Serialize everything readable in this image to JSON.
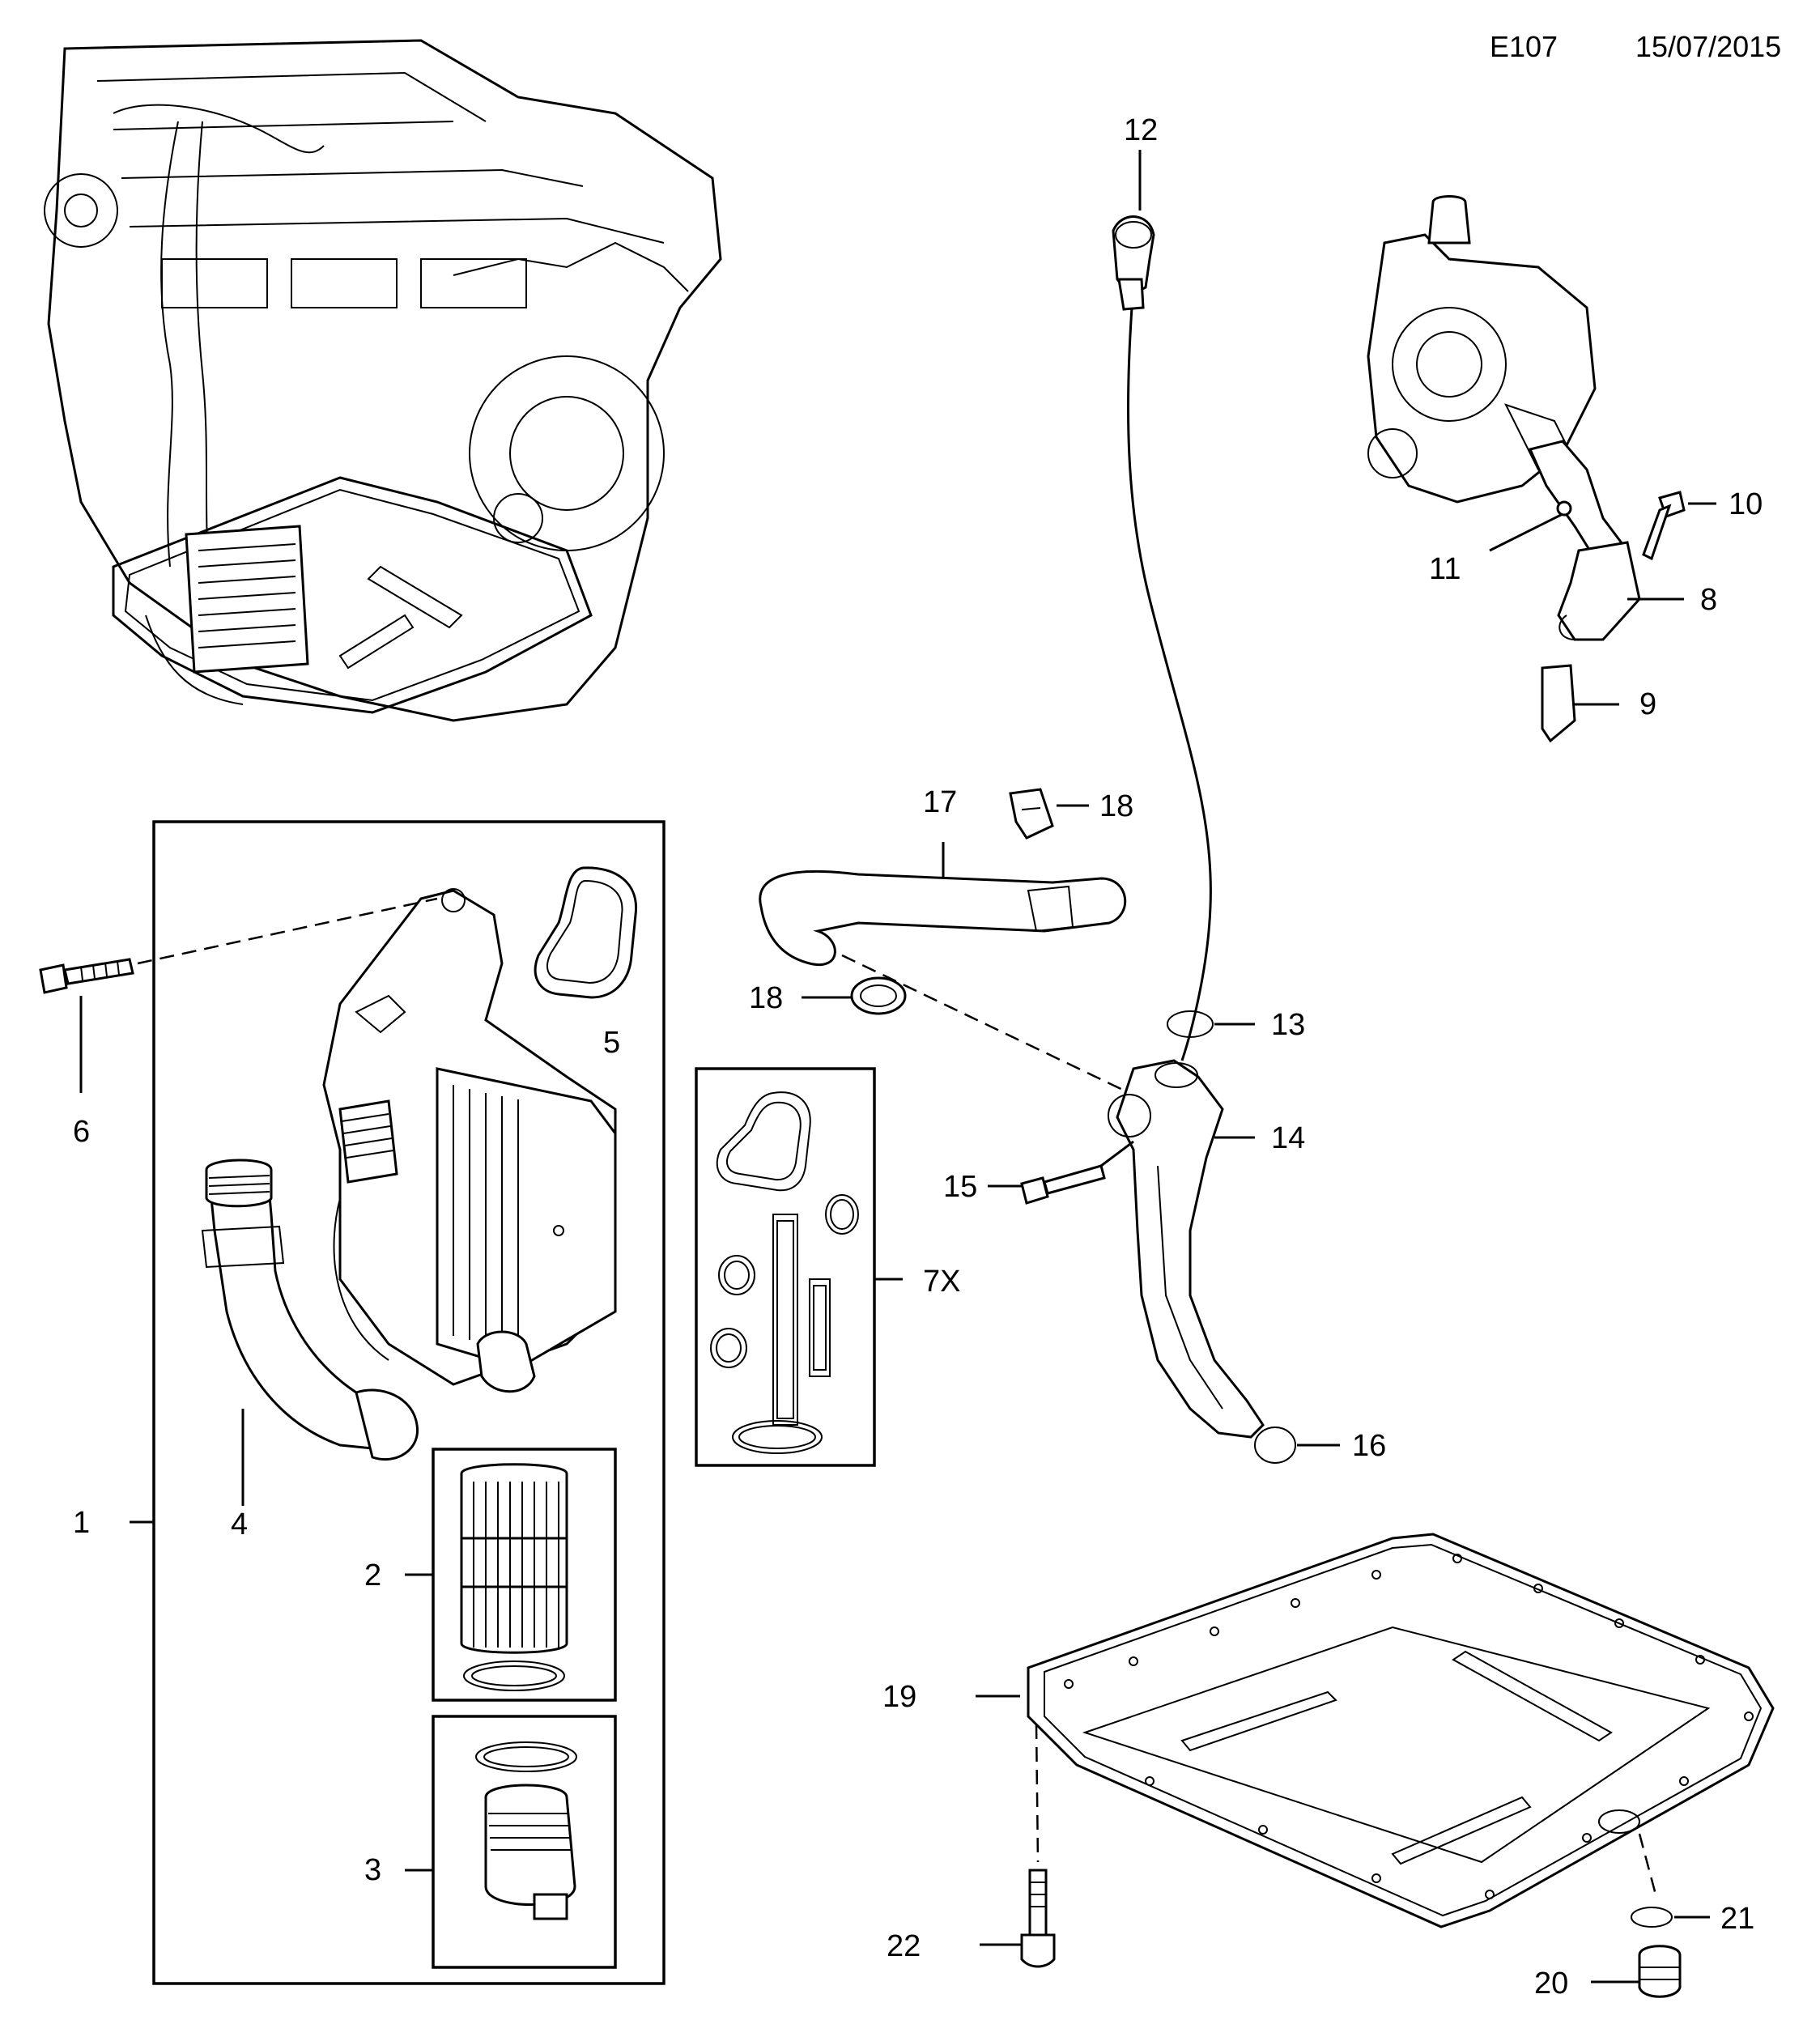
{
  "header": {
    "code": "E107",
    "date": "15/07/2015"
  },
  "callouts": {
    "c1": "1",
    "c2": "2",
    "c3": "3",
    "c4": "4",
    "c5": "5",
    "c6": "6",
    "c7x": "7X",
    "c8": "8",
    "c9": "9",
    "c10": "10",
    "c11": "11",
    "c12": "12",
    "c13": "13",
    "c14": "14",
    "c15": "15",
    "c16": "16",
    "c17": "17",
    "c18a": "18",
    "c18b": "18",
    "c19": "19",
    "c20": "20",
    "c21": "21",
    "c22": "22"
  }
}
